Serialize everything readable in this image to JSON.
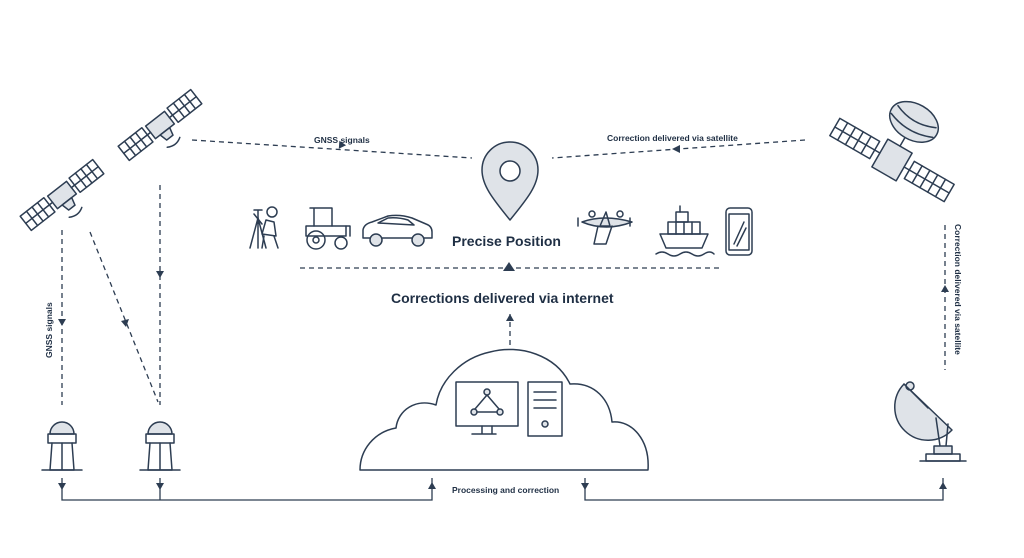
{
  "labels": {
    "gnss_top": "GNSS signals",
    "gnss_left": "GNSS signals",
    "correction_top": "Correction delivered via satellite",
    "correction_right": "Correction delivered via satellite",
    "precise_position": "Precise Position",
    "corrections_internet": "Corrections delivered via internet",
    "processing": "Processing and correction"
  },
  "icons": [
    "satellite-icon",
    "satellite-icon",
    "satellite-icon",
    "location-pin-icon",
    "surveyor-icon",
    "tractor-icon",
    "car-icon",
    "airplane-icon",
    "ship-icon",
    "smartphone-icon",
    "ground-station-icon",
    "cloud-icon",
    "monitor-icon",
    "server-icon",
    "satellite-dish-icon"
  ],
  "colors": {
    "stroke": "#2d3d52",
    "fill": "#dfe3e8",
    "text": "#1f2f44"
  }
}
